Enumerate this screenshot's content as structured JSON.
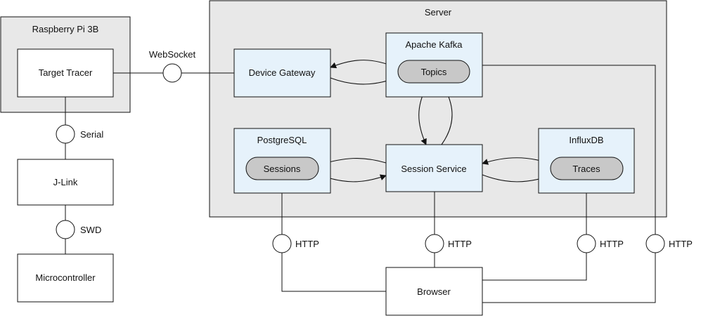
{
  "colors": {
    "container_fill": "#e8e8e8",
    "service_fill": "#e6f2fb",
    "pill_fill": "#c8c8c8",
    "plain_fill": "#ffffff",
    "stroke": "#111111"
  },
  "containers": {
    "raspberry": "Raspberry Pi 3B",
    "server": "Server"
  },
  "nodes": {
    "target_tracer": "Target Tracer",
    "jlink": "J-Link",
    "microcontroller": "Microcontroller",
    "device_gateway": "Device Gateway",
    "apache_kafka": "Apache Kafka",
    "topics": "Topics",
    "postgresql": "PostgreSQL",
    "sessions": "Sessions",
    "session_service": "Session Service",
    "influxdb": "InfluxDB",
    "traces": "Traces",
    "browser": "Browser"
  },
  "interfaces": {
    "websocket": "WebSocket",
    "serial": "Serial",
    "swd": "SWD",
    "http_postgres": "HTTP",
    "http_session": "HTTP",
    "http_influx": "HTTP",
    "http_kafka": "HTTP"
  }
}
